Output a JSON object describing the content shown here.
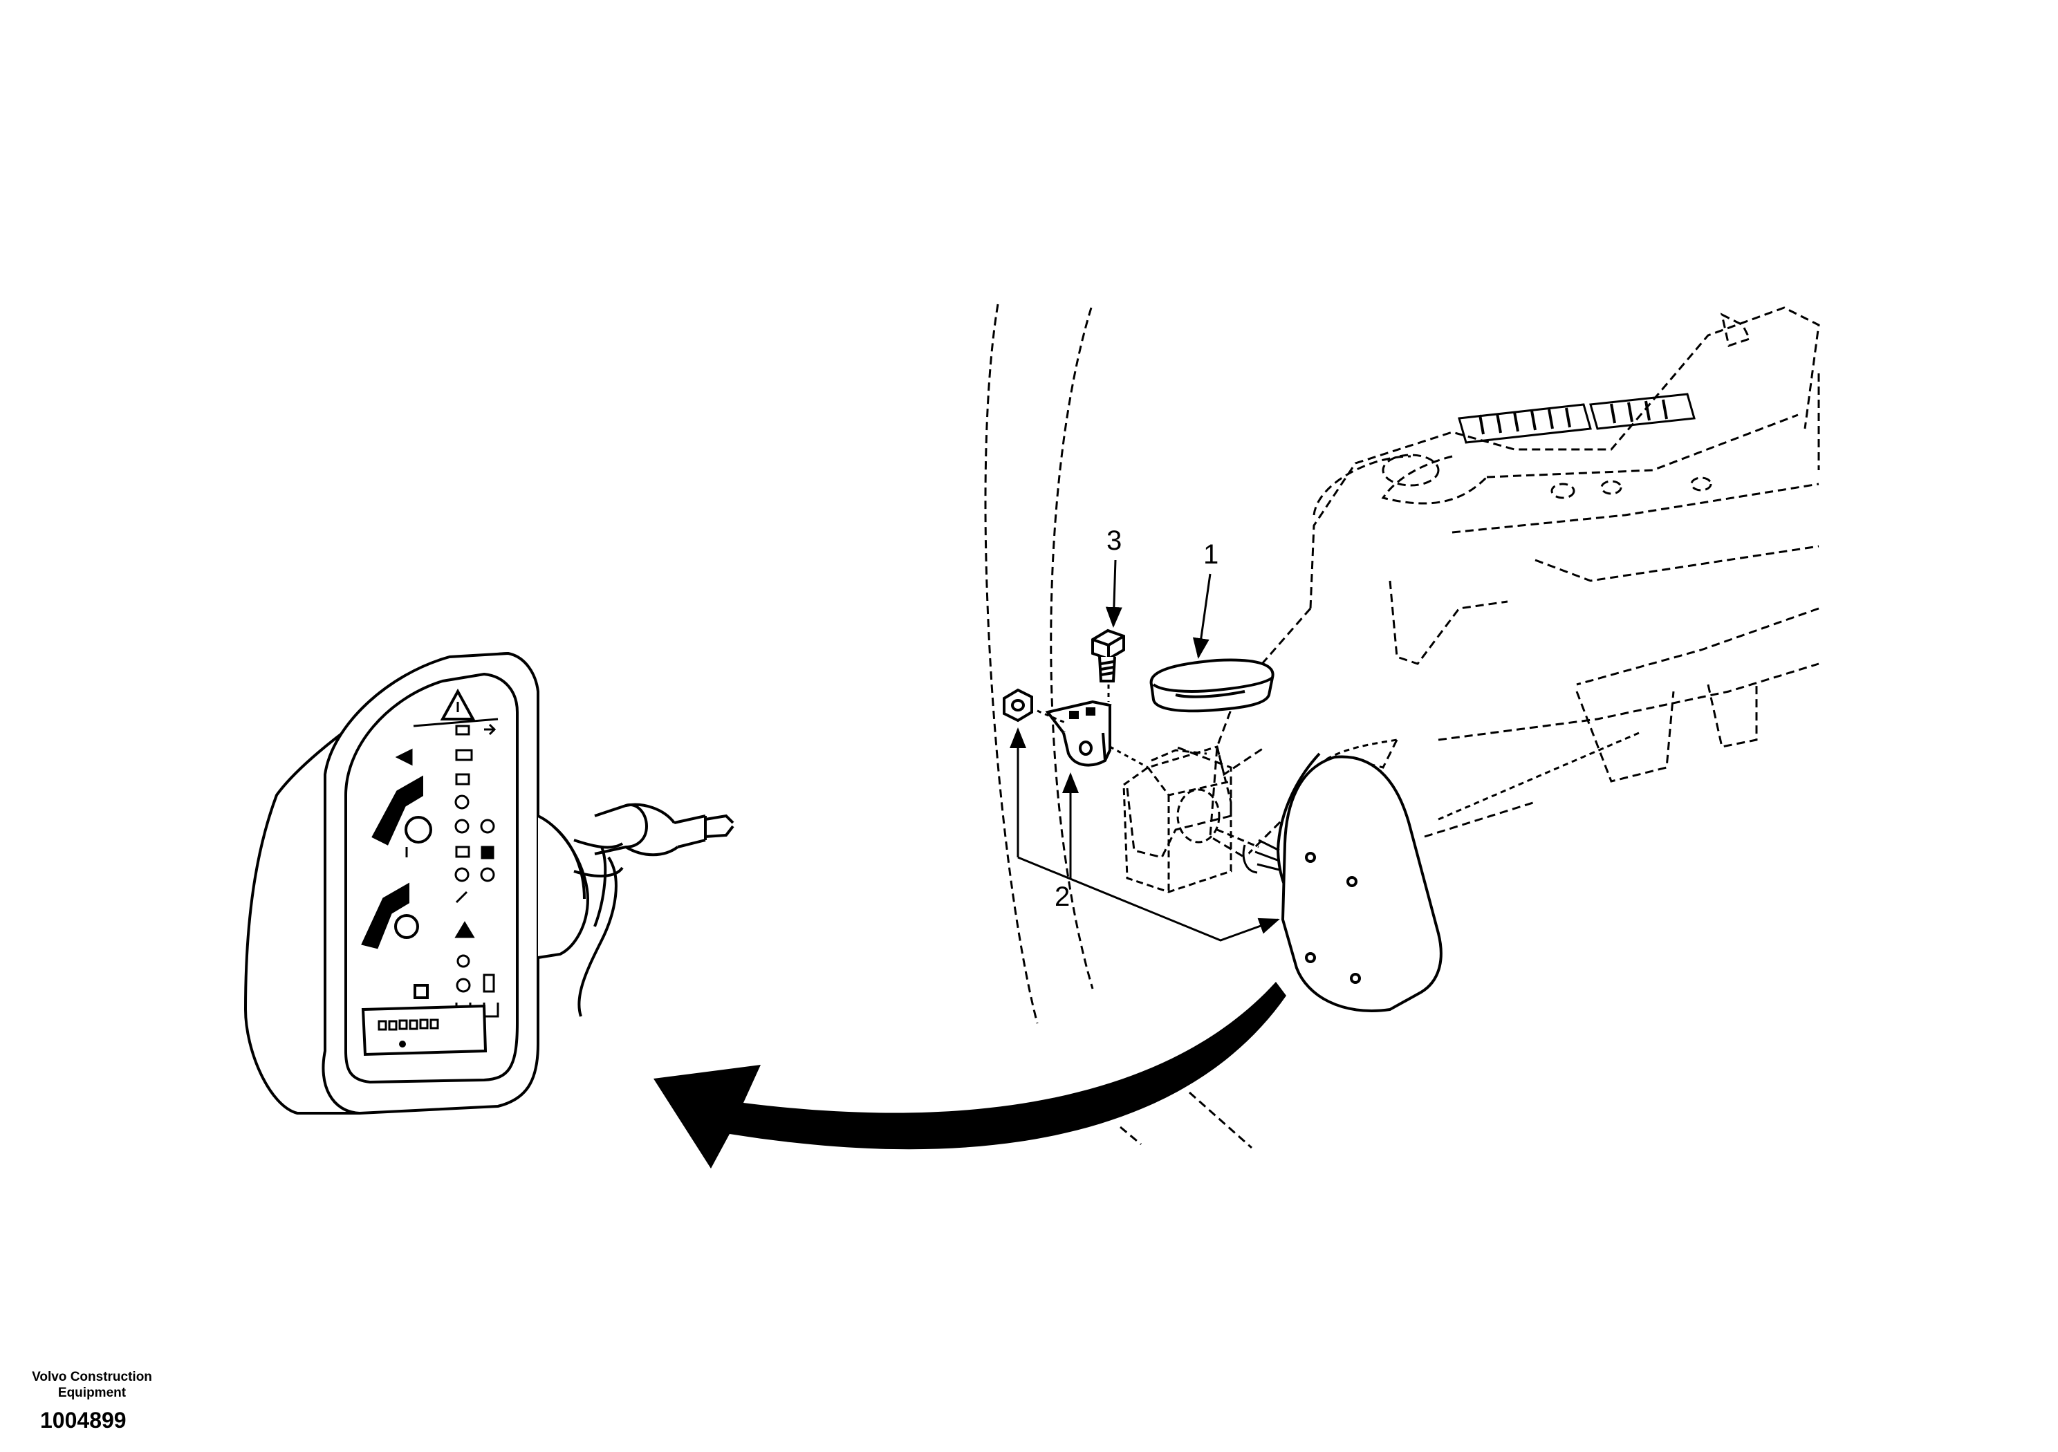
{
  "callouts": {
    "c1": "1",
    "c2": "2",
    "c3": "3"
  },
  "footer": {
    "brand_line1": "Volvo Construction",
    "brand_line2": "Equipment",
    "doc_number": "1004899"
  }
}
